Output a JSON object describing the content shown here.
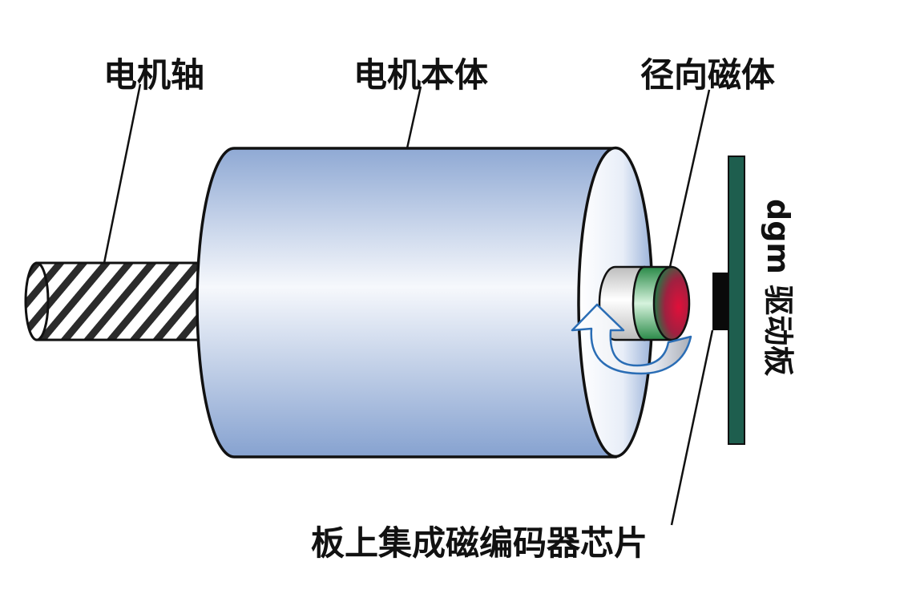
{
  "labels": {
    "motor_shaft": "电机轴",
    "motor_body": "电机本体",
    "radial_magnet": "径向磁体",
    "drive_board": "dgm 驱动板",
    "encoder_chip": "板上集成磁编码器芯片"
  },
  "colors": {
    "body_light": "#f4f7fc",
    "body_dark": "#8fa9d4",
    "outline": "#111111",
    "shaft_hatch": "#222222",
    "board": "#1e5e4e",
    "chip": "#0a0a0a",
    "magnet_green": "#2e8b4a",
    "magnet_red": "#d4143a",
    "rotation_arrow": "#2a6db5"
  },
  "icons": {
    "rotation": "curved-rotation-arrow-icon"
  }
}
